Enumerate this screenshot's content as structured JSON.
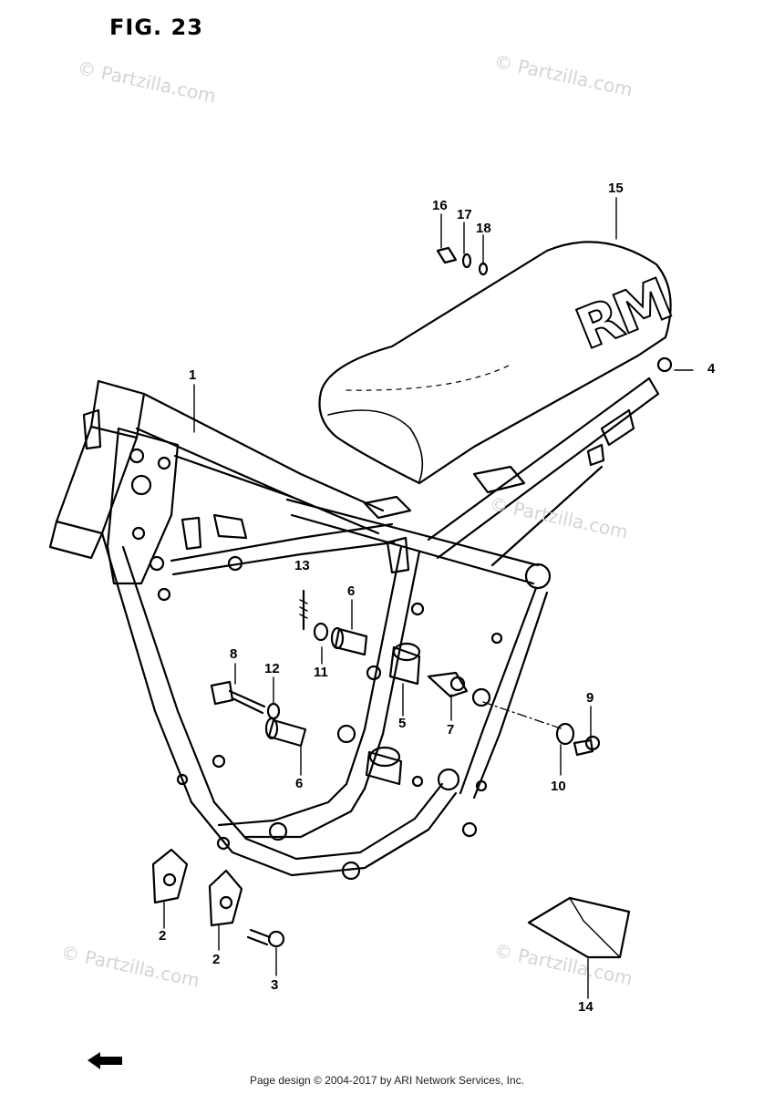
{
  "figure": {
    "title": "FIG. 23"
  },
  "seat_logo": "RM",
  "watermark": "© Partzilla.com",
  "callouts": [
    "1",
    "2",
    "2",
    "3",
    "4",
    "5",
    "6",
    "6",
    "7",
    "8",
    "9",
    "10",
    "11",
    "12",
    "13",
    "14",
    "15",
    "16",
    "17",
    "18"
  ],
  "footer": "Page design © 2004-2017 by ARI Network Services, Inc.",
  "icons": {
    "forward_arrow": "forward-arrow-icon"
  }
}
